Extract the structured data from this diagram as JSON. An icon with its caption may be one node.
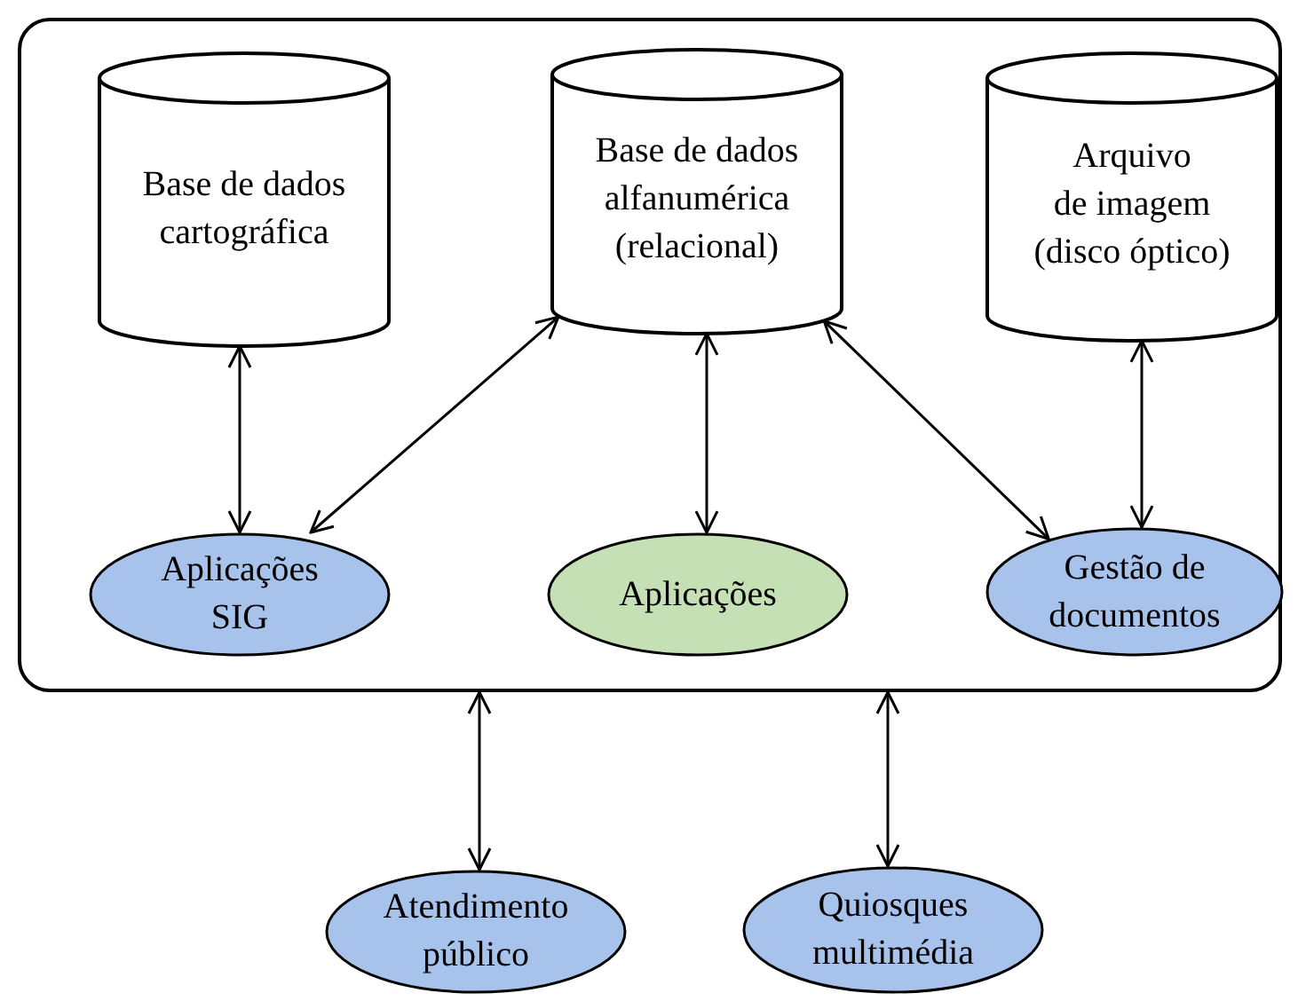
{
  "diagram": {
    "nodes": [
      {
        "text": [],
        "shape": "box"
      },
      {
        "text": [
          "Base de dados cartográfica"
        ],
        "in": 0
      },
      {
        "text": [
          "Base de dados alfanumérica (relacional)"
        ],
        "in": 0
      },
      {
        "text": [
          "Arquivo de imagem (disco óptico)"
        ],
        "in": 0
      },
      {
        "text": [
          "Aplicações SIG"
        ],
        "in": 0
      },
      {
        "text": [
          "Aplicações"
        ],
        "in": 0
      },
      {
        "text": [
          "Gestão de documentos"
        ],
        "in": 0
      },
      {
        "text": [
          "Atendimento público"
        ]
      },
      {
        "text": [
          "Quiosques multimédia"
        ]
      }
    ],
    "edges": [
      {
        "from": 1,
        "to": 4,
        "arrow": "both"
      },
      {
        "from": 2,
        "to": 4,
        "arrow": "both"
      },
      {
        "from": 2,
        "to": 5,
        "arrow": "both"
      },
      {
        "from": 2,
        "to": 6,
        "arrow": "both"
      },
      {
        "from": 3,
        "to": 6,
        "arrow": "both"
      },
      {
        "from": 0,
        "to": 7,
        "arrow": "both"
      },
      {
        "from": 0,
        "to": 8,
        "arrow": "both"
      }
    ]
  }
}
